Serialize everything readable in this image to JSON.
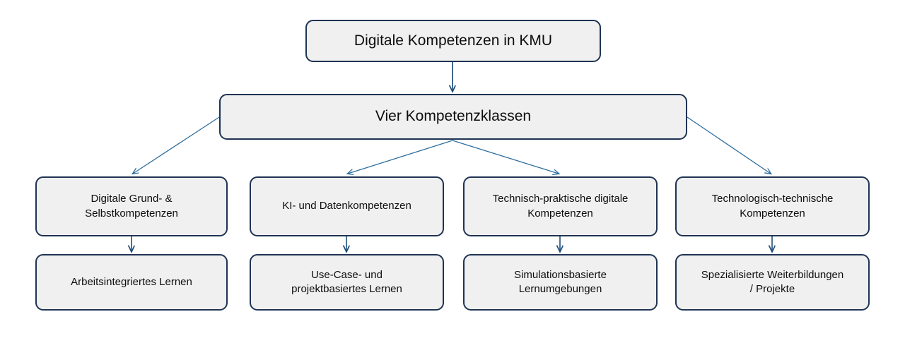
{
  "diagram": {
    "title": "Digitale Kompetenzen in KMU",
    "root": {
      "label": "Digitale Kompetenzen in KMU"
    },
    "class_group": {
      "label": "Vier Kompetenzklassen"
    },
    "competences": [
      {
        "label": "Digitale Grund- &\nSelbstkompetenzen"
      },
      {
        "label": "KI- und Datenkompetenzen"
      },
      {
        "label": "Technisch-praktische digitale\nKompetenzen"
      },
      {
        "label": "Technologisch-technische\nKompetenzen"
      }
    ],
    "learning_formats": [
      {
        "label": "Arbeitsintegriertes Lernen"
      },
      {
        "label": "Use-Case- und\nprojektbasiertes Lernen"
      },
      {
        "label": "Simulationsbasierte\nLernumgebungen"
      },
      {
        "label": "Spezialisierte Weiterbildungen\n/ Projekte"
      }
    ],
    "colors": {
      "node_fill": "#F0F0F0",
      "node_border": "#1F3353",
      "fan_connector": "#2E6E9E",
      "vertical_connector": "#1F4E79",
      "background": "#FFFFFF",
      "text": "#0D0D0D"
    }
  }
}
